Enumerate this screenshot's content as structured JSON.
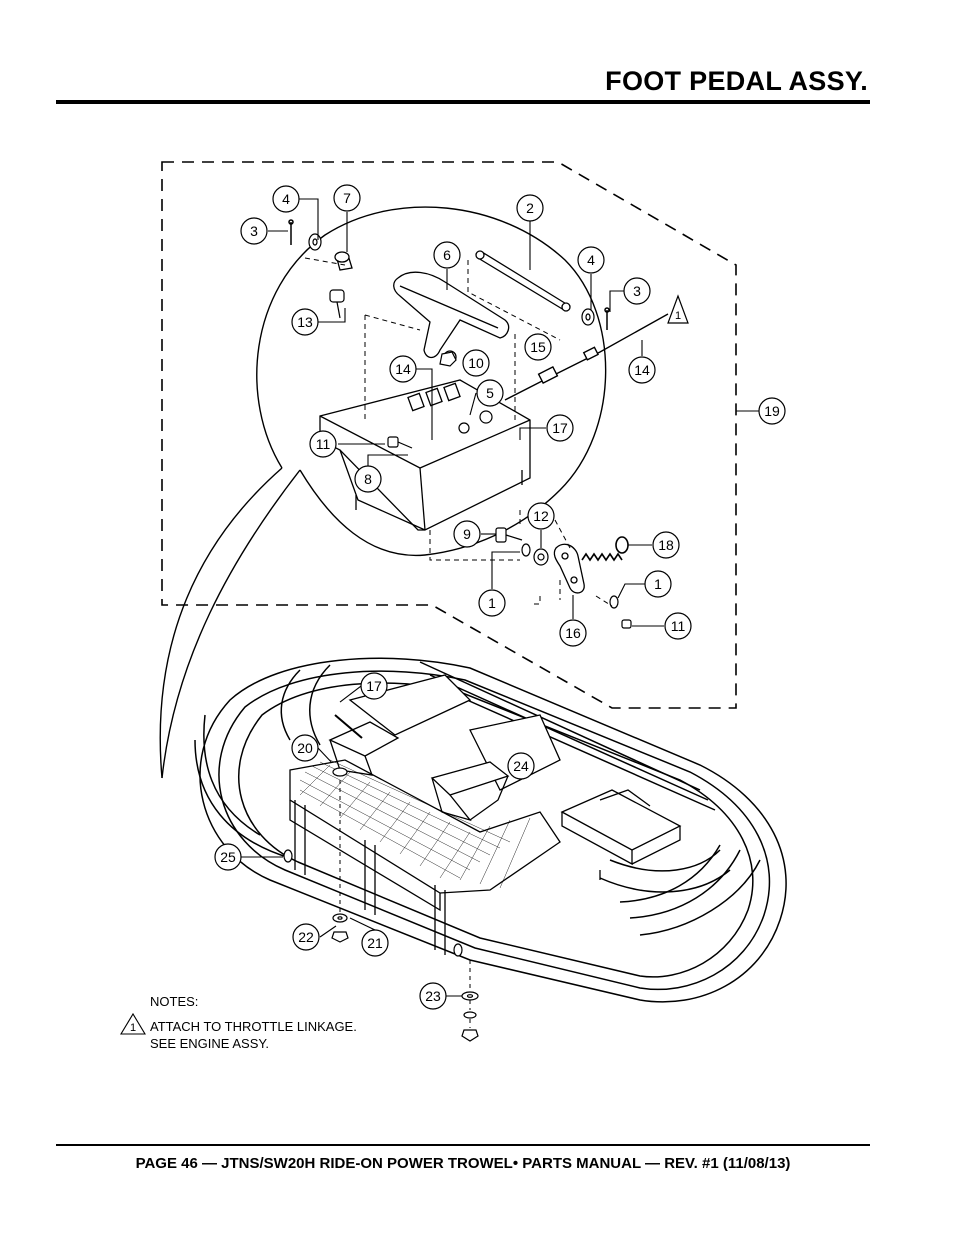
{
  "header": {
    "title": "FOOT PEDAL ASSY."
  },
  "footer": {
    "text": "PAGE 46 — JTNS/SW20H RIDE-ON POWER TROWEL• PARTS MANUAL — REV. #1 (11/08/13)"
  },
  "notes": {
    "heading": "NOTES:",
    "note_marker": "1",
    "line1": "ATTACH TO THROTTLE LINKAGE.",
    "line2": "SEE ENGINE ASSY."
  },
  "callouts": {
    "c4a": "4",
    "c7": "7",
    "c3a": "3",
    "c2": "2",
    "c6": "6",
    "c4b": "4",
    "c3b": "3",
    "c13": "13",
    "c10": "10",
    "c15": "15",
    "c14a": "14",
    "c14b": "14",
    "c5": "5",
    "c19": "19",
    "c17a": "17",
    "c11a": "11",
    "c8": "8",
    "c12": "12",
    "c9": "9",
    "c18": "18",
    "c1a": "1",
    "c1b": "1",
    "c16": "16",
    "c11b": "11",
    "c17b": "17",
    "c20": "20",
    "c24": "24",
    "c25": "25",
    "c22": "22",
    "c21": "21",
    "c23": "23",
    "tri1": "1"
  }
}
